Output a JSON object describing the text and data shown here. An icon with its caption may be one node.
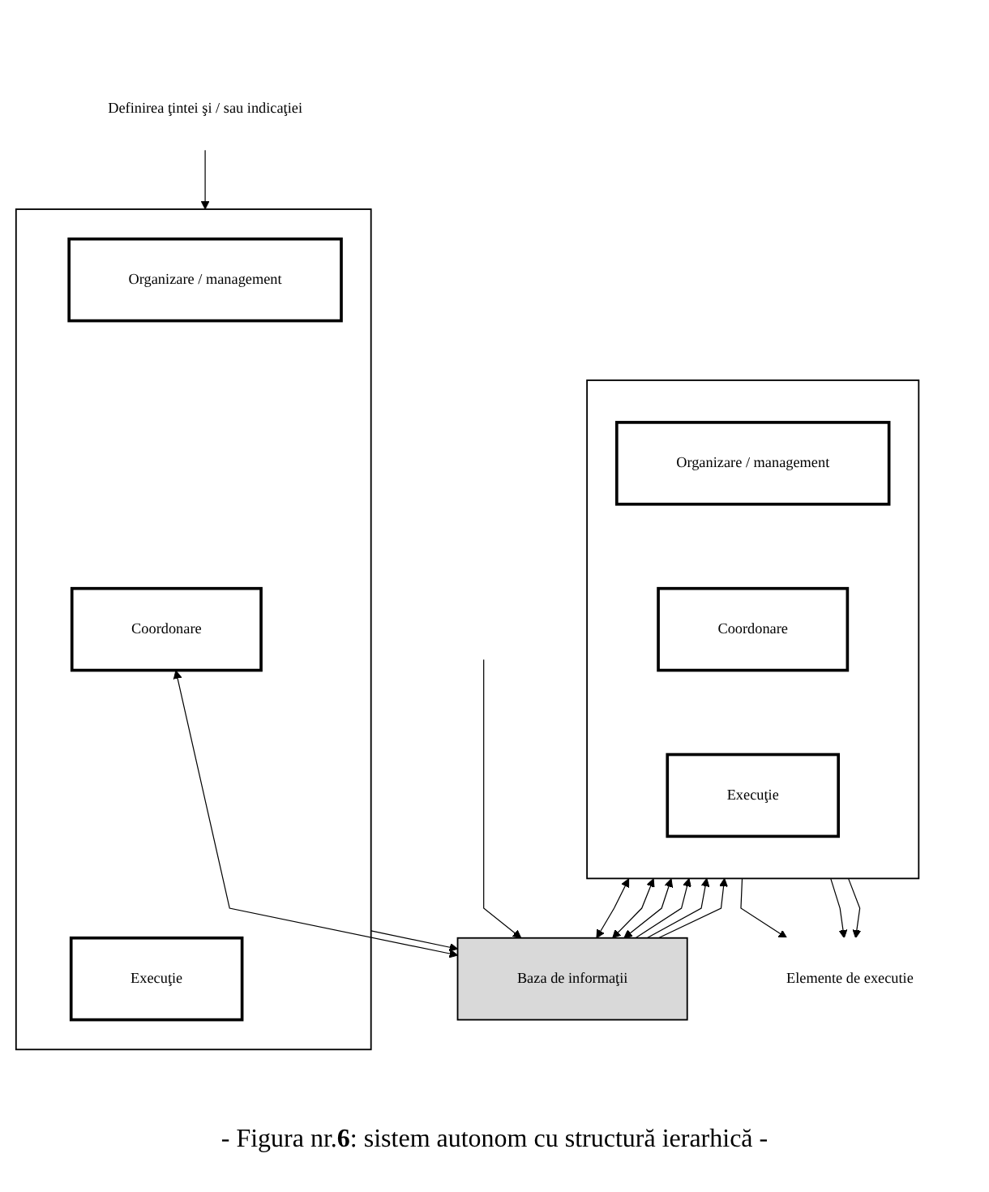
{
  "diagram": {
    "caption": "- Figura nr.**6**: sistem autonom cu structură ierarhică -",
    "nodes": [
      {
        "text": [
          "Definirea ţintei şi / sau indicaţiei"
        ]
      },
      {
        "text": [],
        "shape": "box"
      },
      {
        "text": [
          "Organizare / management"
        ],
        "in": 1
      },
      {
        "text": [
          "Coordonare"
        ],
        "in": 1
      },
      {
        "text": [
          "Execuţie"
        ],
        "in": 1
      },
      {
        "text": [
          "Baza de informaţii"
        ]
      },
      {
        "text": [],
        "shape": "box"
      },
      {
        "text": [
          "Organizare / management"
        ],
        "in": 6
      },
      {
        "text": [
          "Coordonare"
        ],
        "in": 6
      },
      {
        "text": [
          "Execuţie"
        ],
        "in": 6
      },
      {
        "text": [
          "Elemente de executie"
        ]
      }
    ],
    "edges": [
      {
        "from": 0,
        "to": 1,
        "arrow": "to"
      },
      {
        "from": 3,
        "to": 5,
        "arrow": "both"
      },
      {
        "from": 1,
        "to": 5,
        "arrow": "to"
      },
      {
        "from": 5,
        "to": 6,
        "arrow": "to"
      },
      {
        "from": 5,
        "to": 6,
        "arrow": "to"
      },
      {
        "from": 5,
        "to": 6,
        "arrow": "to"
      },
      {
        "from": 6,
        "to": 5,
        "arrow": "both"
      },
      {
        "from": 6,
        "to": 5,
        "arrow": "both"
      },
      {
        "from": 6,
        "to": 5,
        "arrow": "both"
      },
      {
        "from": 6,
        "to": 10,
        "arrow": "to"
      },
      {
        "from": 6,
        "to": 10,
        "arrow": "to"
      },
      {
        "from": 6,
        "to": 10,
        "arrow": "to"
      },
      {
        "from": null,
        "to": 5,
        "arrow": "to"
      }
    ]
  }
}
